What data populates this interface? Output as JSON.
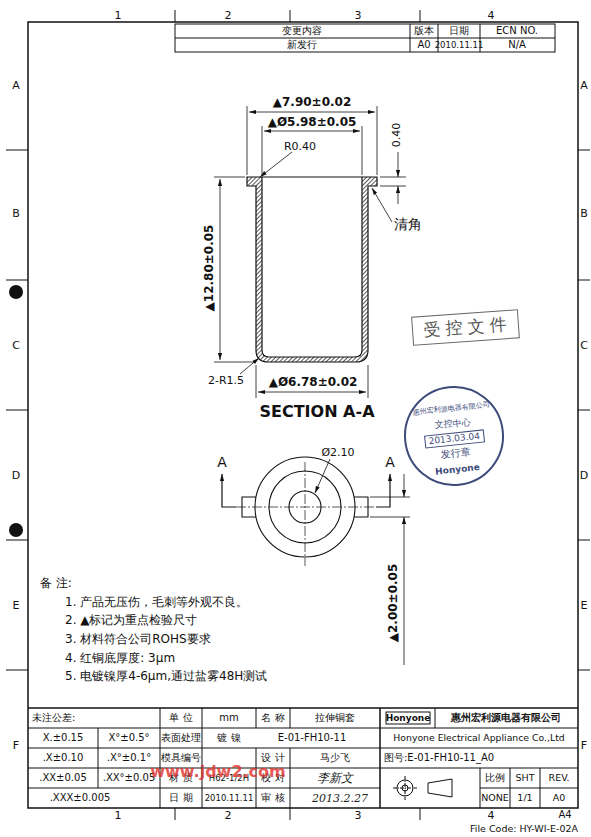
{
  "diagram": {
    "nodes": [
      {
        "text": [
          "受控文件"
        ]
      },
      {
        "text": [
          "惠州宏利源电器有限公司",
          "文控中心",
          "2013.03.04",
          "发行章",
          "Honyone"
        ]
      }
    ],
    "labels": [
      "变更内容",
      "新发行",
      "版本",
      "A0",
      "日期",
      "2010.11.11",
      "ECN NO.",
      "N/A",
      "1",
      "2",
      "3",
      "4",
      "1",
      "2",
      "3",
      "4",
      "A",
      "B",
      "C",
      "D",
      "E",
      "F",
      "A",
      "B",
      "C",
      "D",
      "E",
      "F",
      "▲7.90±0.02",
      "▲Ø5.98±0.05",
      "0.40",
      "R0.40",
      "清角",
      "▲12.80±0.05",
      "2-R1.5",
      "▲Ø6.78±0.02",
      "SECTION A-A",
      "Ø2.10",
      "A",
      "A",
      "▲2.00±0.05",
      "备 注:",
      "1. 产品无压伤，毛刺等外观不良。",
      "2. ▲标记为重点检验尺寸",
      "3. 材料符合公司ROHS要求",
      "4. 红铜底厚度:   3μm",
      "5. 电镀镍厚4-6μm,通过盐雾48H测试",
      "未注公差:",
      "X.±0.15",
      "X°±0.5°",
      ".X±0.10",
      ".X°±0.1°",
      ".XX±0.05",
      ".XX°±0.05",
      ".XXX±0.005",
      "单 位",
      "mm",
      "名 称",
      "拉伸铜套",
      "表面处理",
      "镀 镍",
      "E-01-FH10-11",
      "模具编号",
      "设 计",
      "马少飞",
      "材 质",
      "H62-1/2H",
      "校 对",
      "李新文",
      "日 期",
      "2010.11.11",
      "审 核",
      "2013.2.27",
      "Honyone",
      "惠州宏利源电器有限公司",
      "Honyone Electrical Appliance Co.,Ltd",
      "图号:E-01-FH10-11_A0",
      "比例",
      "SHT",
      "REV.",
      "NONE",
      "1/1",
      "A0",
      "A4",
      "File Code: HY-WI-E-02A",
      "www.jdw2.com"
    ]
  }
}
